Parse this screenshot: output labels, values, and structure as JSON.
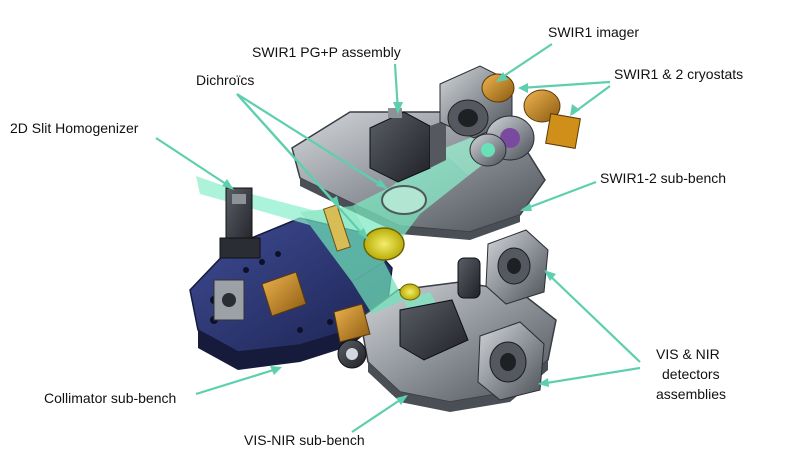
{
  "labels": {
    "swir1_imager": "SWIR1 imager",
    "swir1_pgp_assembly": "SWIR1 PG+P assembly",
    "dichroics": "Dichroïcs",
    "swir_cryostats": "SWIR1 & 2 cryostats",
    "slit_homogenizer": "2D Slit Homogenizer",
    "swir12_subbench": "SWIR1-2 sub-bench",
    "vis_nir_detectors_line1": "VIS & NIR",
    "vis_nir_detectors_line2": "detectors",
    "vis_nir_detectors_line3": "assemblies",
    "collimator_subbench": "Collimator sub-bench",
    "vis_nir_subbench": "VIS-NIR sub-bench"
  },
  "colors": {
    "leader": "#5ecfae",
    "beam": "#7ee8c0",
    "metal_dark": "#3c3f45",
    "metal_mid": "#8d9298",
    "metal_light": "#c9cdd2",
    "bench_blue": "#2f3a78",
    "gold": "#c88a1e",
    "yellow": "#e6dc1e"
  }
}
